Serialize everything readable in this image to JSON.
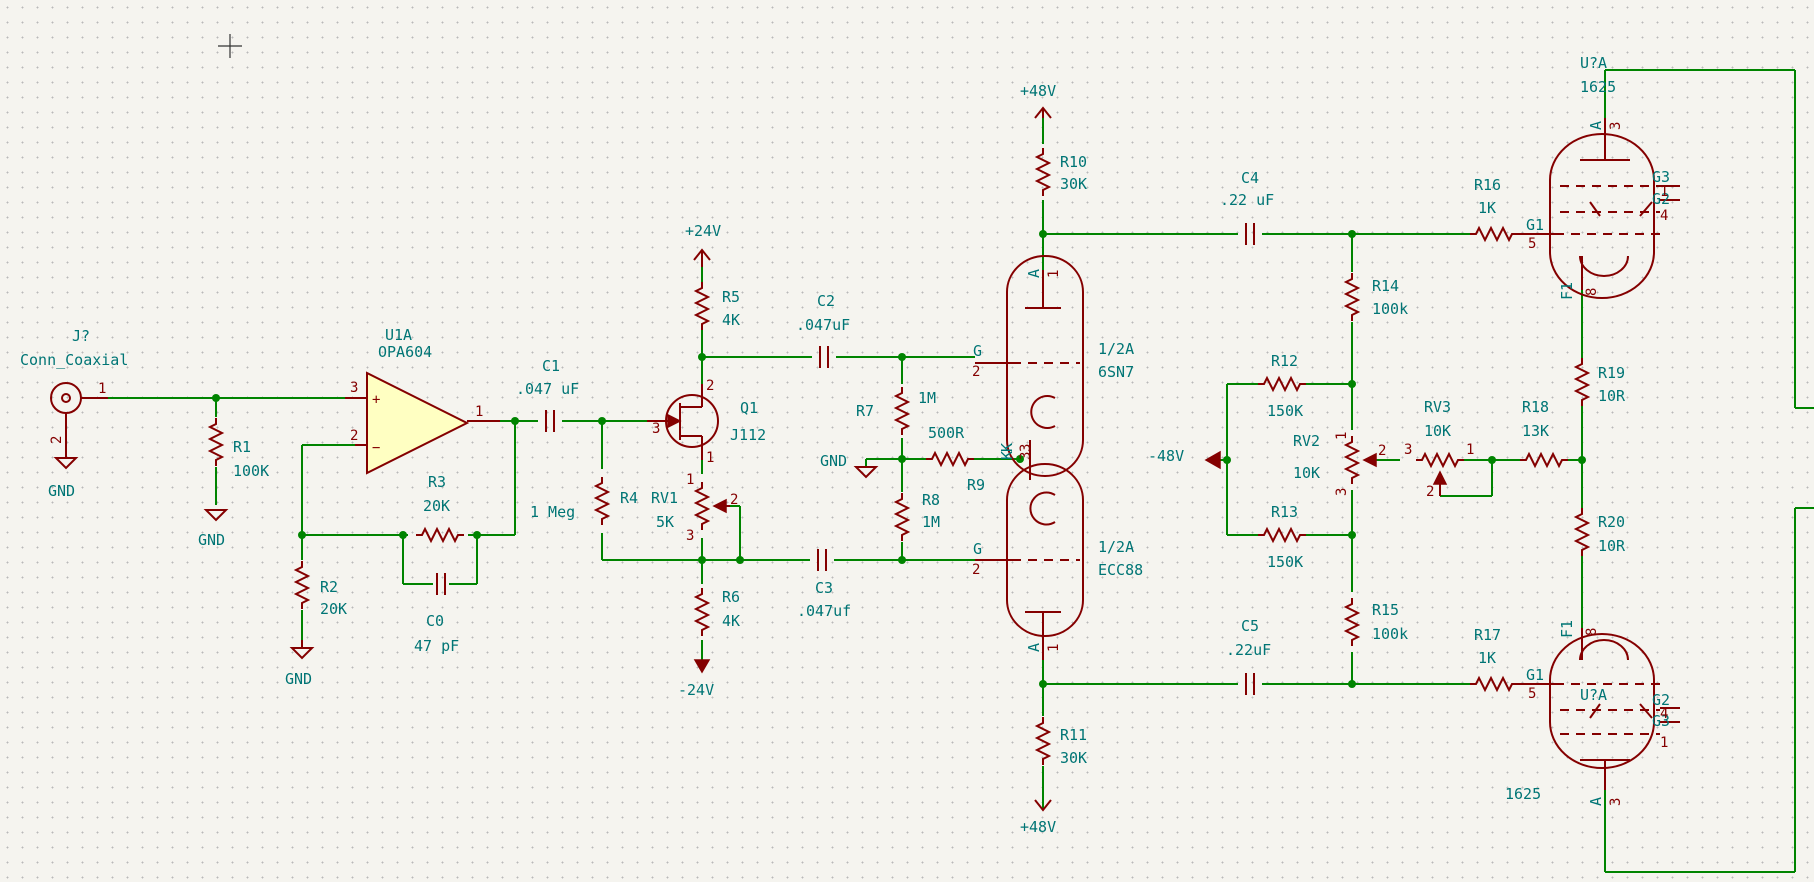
{
  "labels": {
    "j1_ref": "J?",
    "j1_val": "Conn_Coaxial",
    "u1_ref": "U1A",
    "u1_val": "OPA604",
    "c1_ref": "C1",
    "c1_val": ".047 uF",
    "r1_ref": "R1",
    "r1_val": "100K",
    "r2_ref": "R2",
    "r2_val": "20K",
    "r3_ref": "R3",
    "r3_val": "20K",
    "c0_ref": "C0",
    "c0_val": "47 pF",
    "r4_ref": "R4",
    "r4_val": "1 Meg",
    "rv1_ref": "RV1",
    "rv1_val": "5K",
    "q1_ref": "Q1",
    "q1_val": "J112",
    "r5_ref": "R5",
    "r5_val": "4K",
    "r6_ref": "R6",
    "r6_val": "4K",
    "c2_ref": "C2",
    "c2_val": ".047uF",
    "c3_ref": "C3",
    "c3_val": ".047uf",
    "r7_ref": "R7",
    "r7_val": "1M",
    "r8_ref": "R8",
    "r8_val": "1M",
    "r9_ref": "R9",
    "r9_val": "500R",
    "v1a_ref": "1/2A",
    "v1a_val": "6SN7",
    "v1b_ref": "1/2A",
    "v1b_val": "ECC88",
    "r10_ref": "R10",
    "r10_val": "30K",
    "r11_ref": "R11",
    "r11_val": "30K",
    "c4_ref": "C4",
    "c4_val": ".22 uF",
    "c5_ref": "C5",
    "c5_val": ".22uF",
    "r14_ref": "R14",
    "r14_val": "100k",
    "r15_ref": "R15",
    "r15_val": "100k",
    "r12_ref": "R12",
    "r12_val": "150K",
    "r13_ref": "R13",
    "r13_val": "150K",
    "rv2_ref": "RV2",
    "rv2_val": "10K",
    "rv3_ref": "RV3",
    "rv3_val": "10K",
    "r18_ref": "R18",
    "r18_val": "13K",
    "r16_ref": "R16",
    "r16_val": "1K",
    "r17_ref": "R17",
    "r17_val": "1K",
    "r19_ref": "R19",
    "r19_val": "10R",
    "r20_ref": "R20",
    "r20_val": "10R",
    "u2a_ref": "U?A",
    "u2a_val": "1625",
    "u2b_ref": "U?A",
    "u2b_val": "1625"
  },
  "power": {
    "gnd": "GND",
    "p24": "+24V",
    "n24": "-24V",
    "p48": "+48V",
    "n48": "-48V"
  },
  "pins": {
    "one": "1",
    "two": "2",
    "three": "3",
    "four": "4",
    "five": "5",
    "eight": "8",
    "plus": "+",
    "minus": "−",
    "A": "A",
    "G": "G",
    "K": "K",
    "G1": "G1",
    "G2": "G2",
    "G3": "G3",
    "F1": "F1"
  },
  "colors": {
    "wire": "#008400",
    "component": "#840000",
    "label_text": "#007575",
    "opamp_fill": "#ffffc2",
    "background": "#f5f4ef"
  }
}
